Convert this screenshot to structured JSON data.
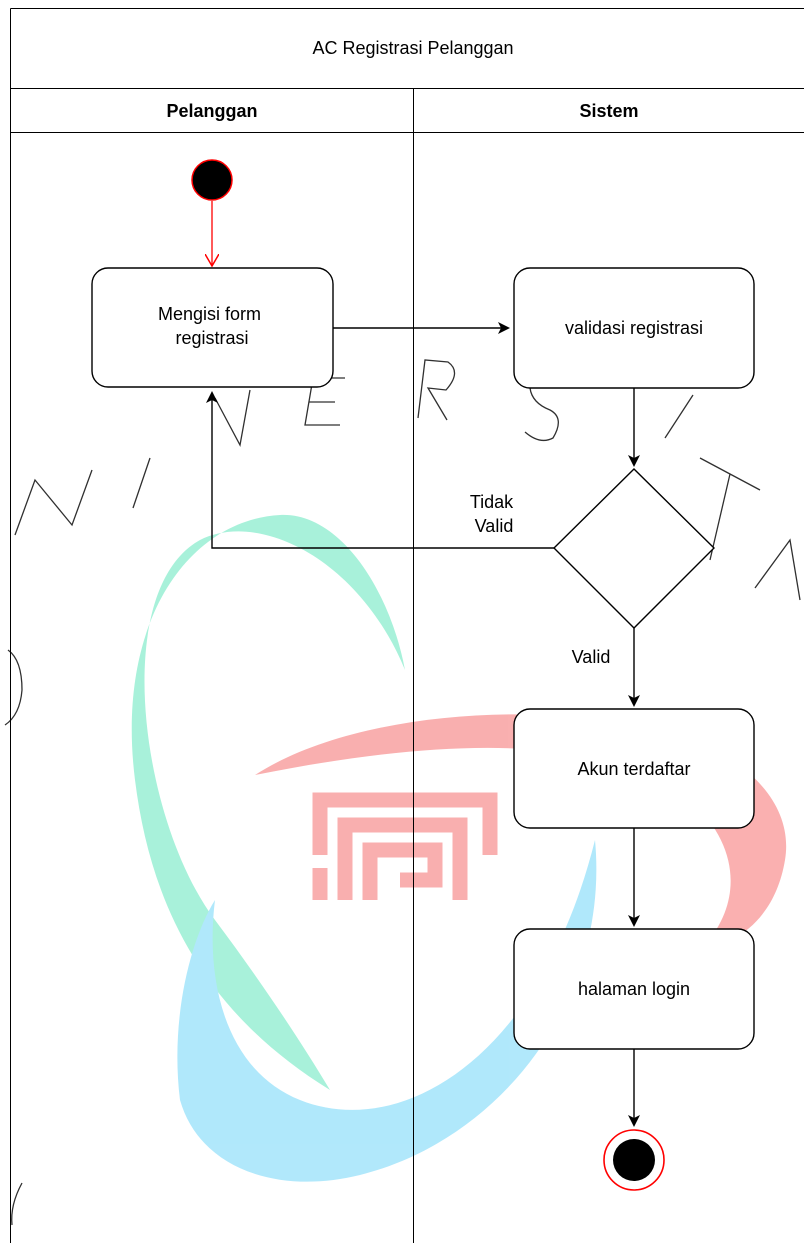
{
  "diagram": {
    "title": "AC Registrasi Pelanggan",
    "lanes": [
      {
        "name": "Pelanggan"
      },
      {
        "name": "Sistem"
      }
    ],
    "nodes": {
      "start": {
        "kind": "initial"
      },
      "form": {
        "kind": "action",
        "lines": [
          "Mengisi form",
          "registrasi"
        ]
      },
      "validate": {
        "kind": "action",
        "lines": [
          "validasi registrasi"
        ]
      },
      "decision": {
        "kind": "decision"
      },
      "registered": {
        "kind": "action",
        "lines": [
          "Akun terdaftar"
        ]
      },
      "login": {
        "kind": "action",
        "lines": [
          "halaman login"
        ]
      },
      "end": {
        "kind": "final"
      }
    },
    "edges": {
      "invalid_label": [
        "Tidak",
        "Valid"
      ],
      "valid_label": "Valid"
    },
    "watermark": {
      "letters": "NIVERSITA"
    },
    "colors": {
      "line": "#000000",
      "start_fill": "#000000",
      "start_stroke": "#ff0000",
      "start_arrow": "#ff0000",
      "final_ring": "#ff0000",
      "watermark_teal": "#9ff0d6",
      "watermark_blue": "#a8e6fb",
      "watermark_red": "#f9a7a7",
      "watermark_letters": "#1a1a1a"
    }
  }
}
